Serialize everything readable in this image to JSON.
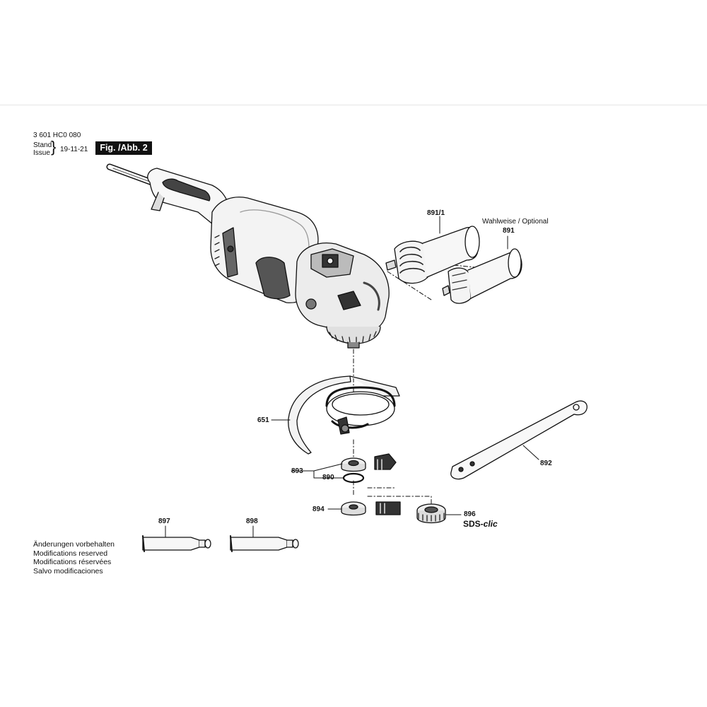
{
  "header": {
    "part_number": "3 601 HC0 080",
    "stand_label": "Stand",
    "issue_label": "Issue",
    "date": "19-11-21",
    "figure_label": "Fig. /Abb. 2"
  },
  "optional_note": "Wahlweise / Optional",
  "parts": {
    "p891_1": "891/1",
    "p891": "891",
    "p651": "651",
    "p893": "893",
    "p890": "890",
    "p892": "892",
    "p894": "894",
    "p896": "896",
    "p897": "897",
    "p898": "898"
  },
  "sds_prefix": "SDS-",
  "sds_suffix": "clic",
  "notes": [
    "Änderungen vorbehalten",
    "Modifications reserved",
    "Modifications réservées",
    "Salvo modificaciones"
  ]
}
